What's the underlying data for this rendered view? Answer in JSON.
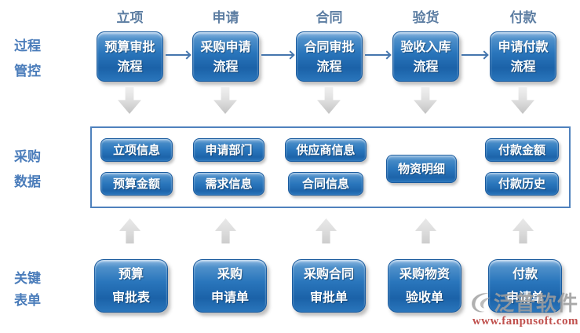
{
  "side_labels": {
    "process": {
      "l1": "过程",
      "l2": "管控"
    },
    "data": {
      "l1": "采购",
      "l2": "数据"
    },
    "forms": {
      "l1": "关键",
      "l2": "表单"
    }
  },
  "stages": [
    {
      "label": "立项",
      "proc1": "预算审批",
      "proc2": "流程",
      "form1": "预算",
      "form2": "审批表"
    },
    {
      "label": "申请",
      "proc1": "采购申请",
      "proc2": "流程",
      "form1": "采购",
      "form2": "申请单"
    },
    {
      "label": "合同",
      "proc1": "合同审批",
      "proc2": "流程",
      "form1": "采购合同",
      "form2": "审批单"
    },
    {
      "label": "验货",
      "proc1": "验收入库",
      "proc2": "流程",
      "form1": "采购物资",
      "form2": "验收单"
    },
    {
      "label": "付款",
      "proc1": "申请付款",
      "proc2": "流程",
      "form1": "付款",
      "form2": "申请单"
    }
  ],
  "data_buttons": [
    "立项信息",
    "预算金额",
    "申请部门",
    "需求信息",
    "供应商信息",
    "合同信息",
    "物资明细",
    "付款金额",
    "付款历史"
  ],
  "watermark": {
    "brand": "泛普软件",
    "url": "www.fanpusoft.com"
  },
  "colors": {
    "stage-label": "#5c7da2",
    "side-label": "#4a7cba",
    "box-main": "#2a76bc",
    "box-border": "#1a5b9e",
    "container-border": "#4f81bd",
    "arrow-blue": "#4576ad",
    "wm-gray": "#9e9e9e",
    "wm-red": "#c0504d"
  }
}
